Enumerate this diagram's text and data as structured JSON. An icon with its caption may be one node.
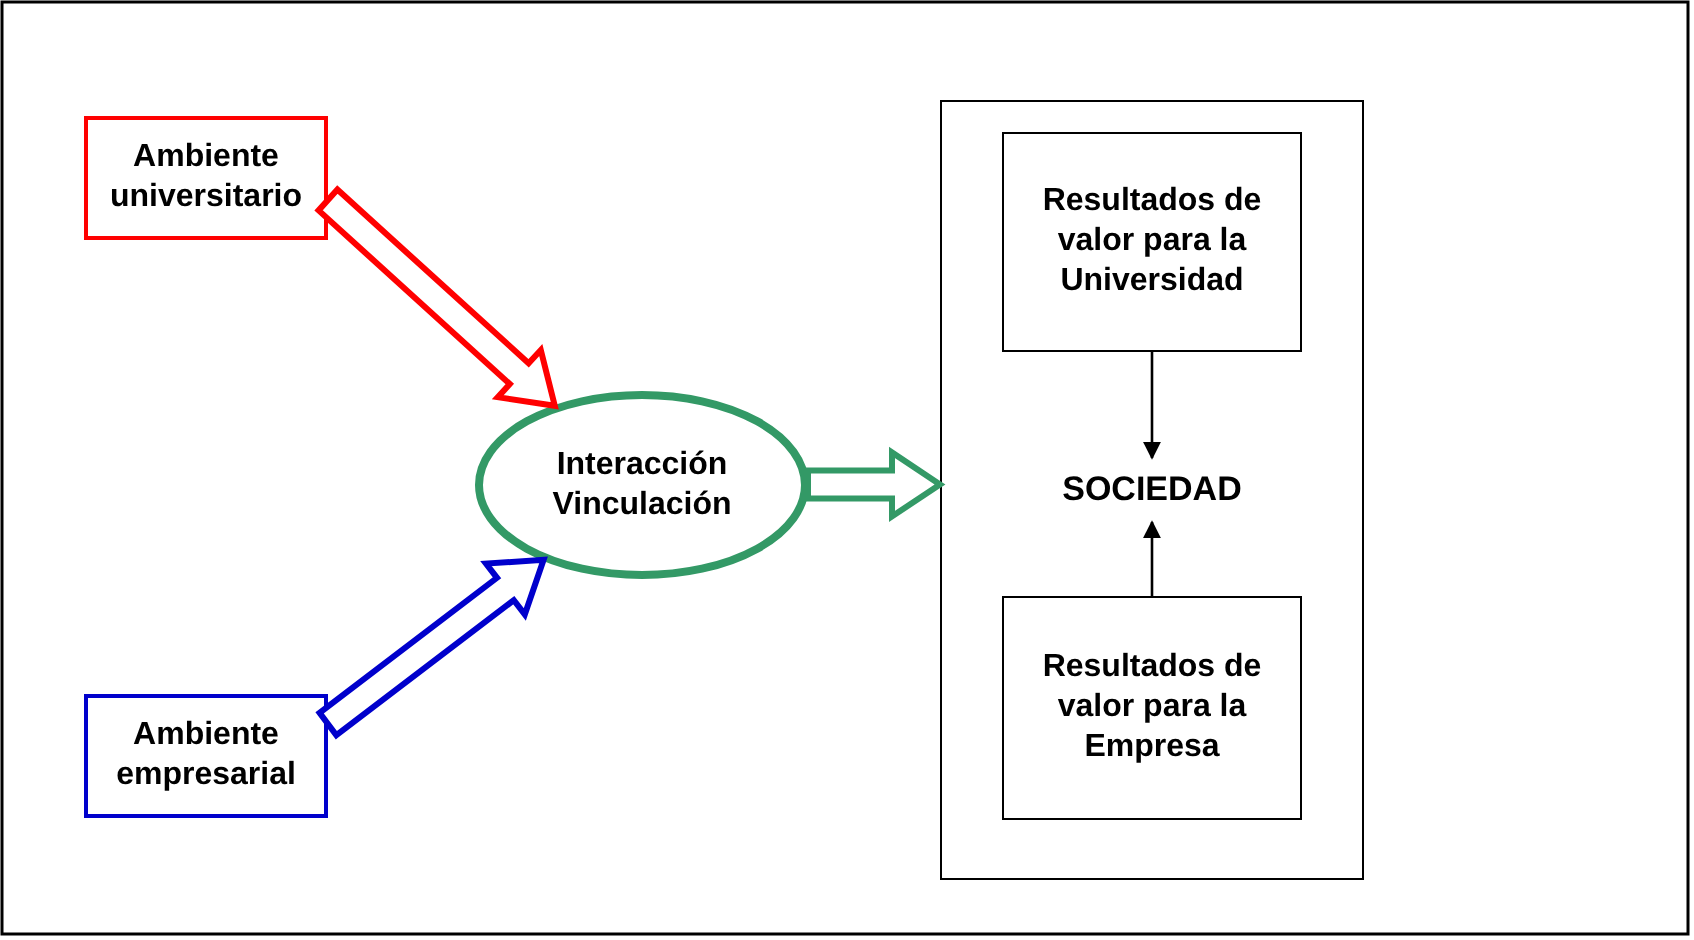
{
  "diagram": {
    "nodes": [
      {
        "text": [
          "Ambiente universitario"
        ]
      },
      {
        "text": [
          "Ambiente empresarial"
        ]
      },
      {
        "text": [
          "Interacción Vinculación"
        ]
      },
      {
        "text": [],
        "shape": "box"
      },
      {
        "text": [
          "Resultados de valor para la Universidad"
        ],
        "in": 3
      },
      {
        "text": [
          "SOCIEDAD"
        ],
        "in": 3
      },
      {
        "text": [
          "Resultados de valor para la Empresa"
        ],
        "in": 3
      }
    ],
    "edges": [
      {
        "from": 0,
        "to": 2,
        "arrow": "to",
        "style": "thick",
        "color": "#ff0000"
      },
      {
        "from": 1,
        "to": 2,
        "arrow": "to",
        "style": "thick",
        "color": "#0000cc"
      },
      {
        "from": 2,
        "to": 3,
        "arrow": "to",
        "style": "thick",
        "color": "#339966"
      },
      {
        "from": 4,
        "to": 5,
        "arrow": "to"
      },
      {
        "from": 6,
        "to": 5,
        "arrow": "to"
      }
    ]
  }
}
